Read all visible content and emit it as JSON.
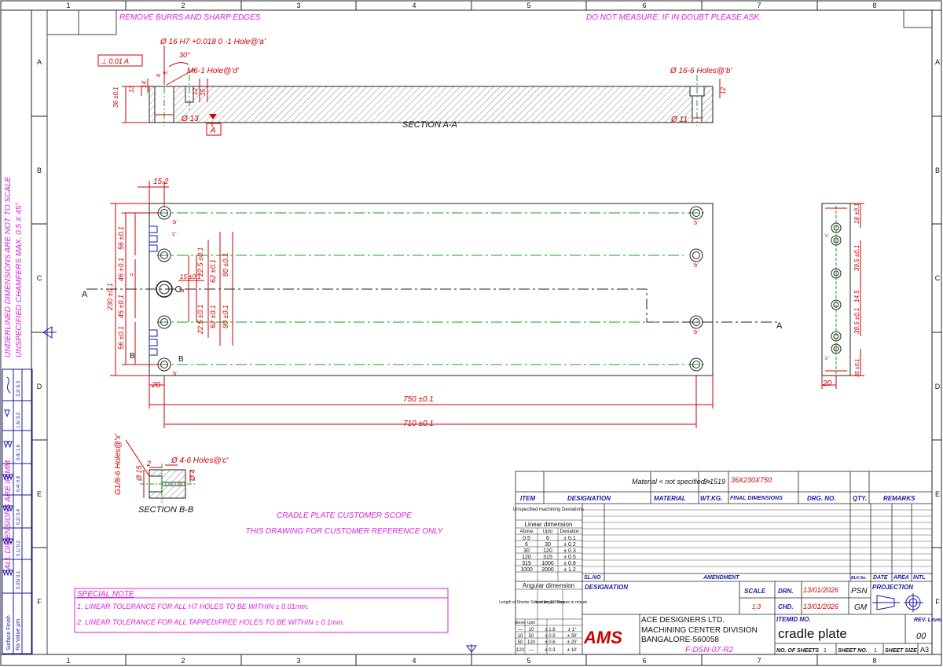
{
  "frame": {
    "columns": [
      "1",
      "2",
      "3",
      "4",
      "5",
      "6",
      "7",
      "8"
    ],
    "rows": [
      "A",
      "B",
      "C",
      "D",
      "E",
      "F"
    ]
  },
  "notes": {
    "top_left": "REMOVE BURRS AND SHARP EDGES",
    "top_right": "DO NOT MEASURE.  IF IN DOUBT PLEASE ASK.",
    "side_1": "UNDERLINED DIMENSIONS ARE NOT TO SCALE",
    "side_2": "UNSPECIFIED CHAMFERS MAX. 0.5 X 45°",
    "side_3": "ALL DIMENSIONS ARE IN MM.",
    "scope_1": "CRADLE PLATE CUSTOMER SCOPE",
    "scope_2": "THIS DRAWING FOR CUSTOMER REFERENCE ONLY"
  },
  "special_note": {
    "title": "SPECIAL NOTE",
    "line_1": "1.  LINEAR TOLERANCE FOR ALL H7 HOLES TO BE WITHIN ± 0.01mm.",
    "line_2": "2.  LINEAR TOLERANCE FOR ALL TAPPED/FREE HOLES TO BE WITHIN ± 0.1mm."
  },
  "surface": {
    "finish_label": "Surface Finish",
    "value_label": "Ra Value µm",
    "values": [
      "3.2/ 6.3",
      "1.6/ 3.2",
      "0.8/ 1.6",
      "0.4/ 0.8",
      "0.2/ 0.4",
      "0.1/ 0.2",
      "0.05/ 0.1"
    ]
  },
  "section_aa": {
    "label": "SECTION A-A",
    "perp_box": "⊥  0.01  A",
    "datum": "A",
    "hole_a": "Ø 16 H7 +0.018 0 -1 Hole@'a'",
    "hole_d": "M6-1 Hole@'d'",
    "hole_b": "Ø 16-6 Holes@'b'",
    "angle": "30°",
    "dim_36": "36 ±0.1",
    "dim_13": "13",
    "dim_14": "14",
    "dim_15": "15",
    "dim_12a": "12",
    "dim_12b": "12",
    "dim_d13": "Ø 13",
    "dim_d11": "Ø 11",
    "dim_8": "8",
    "dim_5": "5"
  },
  "plan": {
    "dim_152": "15.2",
    "dim_230": "230 ±0.1",
    "dim_56a": "56 ±0.1",
    "dim_46": "46 ±0.1",
    "dim_45": "45 ±0.1",
    "dim_56b": "56 ±0.1",
    "dim_225a": "22.5 ±0.1",
    "dim_62a": "62 ±0.1",
    "dim_80a": "80 ±0.1",
    "dim_225b": "22.5 ±0.1",
    "dim_62b": "62 ±0.1",
    "dim_80b": "80 ±0.1",
    "dim_15": "15 ±0.1",
    "dim_20": "20",
    "dim_750": "750 ±0.1",
    "dim_710": "710 ±0.1",
    "mark_a": "A",
    "mark_b": "B",
    "hole_a": "'a'",
    "hole_b": "'b'",
    "hole_c": "'c'"
  },
  "side_view": {
    "dim_18": "18 ±0.1",
    "dim_395a": "39.5 ±0.1",
    "dim_145": "14.5",
    "dim_395b": "39.5 ±0.1",
    "dim_35": "35 ±0.1",
    "dim_20": "20",
    "hole_x": "'x'"
  },
  "section_bb": {
    "label": "SECTION B-B",
    "thread": "G1/8-6 Holes@'x'",
    "hole_c": "Ø 4-6 Holes@'c'",
    "dim_d15": "Ø 15",
    "dim_2": "2",
    "dim_d4": "Ø 4"
  },
  "bom": {
    "material_note": "Material < not specified >",
    "material_code": "9-1519",
    "final_dims": "36X230X750",
    "headers": [
      "ITEM",
      "DESIGNATION",
      "MATERIAL",
      "WT.KG.",
      "FINAL DIMENSIONS",
      "DRG. NO.",
      "QTY.",
      "REMARKS"
    ]
  },
  "tolerance": {
    "unspec_title": "Unspecified machining Deviations",
    "linear_title": "Linear dimension",
    "cols": [
      "Above",
      "Upto",
      "Deviation"
    ],
    "rows": [
      [
        "0.5",
        "6",
        "± 0.1"
      ],
      [
        "6",
        "30",
        "± 0.2"
      ],
      [
        "30",
        "120",
        "± 0.3"
      ],
      [
        "120",
        "315",
        "± 0.5"
      ],
      [
        "315",
        "1000",
        "± 0.8"
      ],
      [
        "1000",
        "2000",
        "± 1.2"
      ]
    ],
    "angular_title": "Angular dimension",
    "ang_head_1": "Length of Shorter Side of Angle",
    "ang_head_2": "mm per 100 mm",
    "ang_head_3": "Degree or minute",
    "ang_cols": [
      "Above",
      "Upto"
    ],
    "ang_rows": [
      [
        "—",
        "10",
        "± 1.8",
        "± 1°"
      ],
      [
        "10",
        "50",
        "± 0.9",
        "± 30'"
      ],
      [
        "50",
        "120",
        "± 0.6",
        "± 20'"
      ],
      [
        "120",
        "—",
        "± 0.3",
        "± 10'"
      ]
    ]
  },
  "amendment": {
    "sl_no": "SL.NO",
    "amendment": "AMENDMENT",
    "blk_no": "BLK.No.",
    "date": "DATE",
    "area": "AREA",
    "intl": "INTL"
  },
  "title_block": {
    "designation_label": "DESIGNATION",
    "scale_label": "SCALE",
    "scale_value": "1:3",
    "drn_label": "DRN.",
    "drn_date": "13/01/2026",
    "drn_initials": "PSN",
    "chd_label": "CHD.",
    "chd_date": "13/01/2026",
    "chd_initials": "GM",
    "projection_label": "PROJECTION",
    "logo": "AMS",
    "company_1": "ACE DESIGNERS LTD.",
    "company_2": "MACHINING CENTER DIVISION",
    "company_3": "BANGALORE-560058",
    "itemid_label": "ITEMID NO.",
    "title": "cradle plate",
    "rev_label": "REV. Level",
    "rev_value": "00",
    "drawing_no": "F-DSN-07-R2",
    "sheets_label": "NO. OF SHEETS",
    "sheets_value": "1",
    "sheet_no_label": "SHEET NO.",
    "sheet_no_value": "1",
    "sheet_size_label": "SHEET SIZE",
    "sheet_size_value": "A3"
  }
}
